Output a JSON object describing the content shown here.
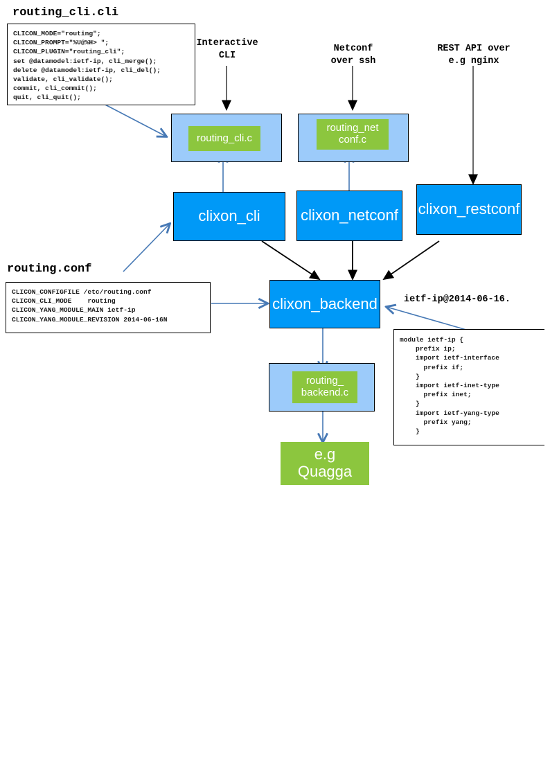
{
  "diagram": {
    "title_cli_file": "routing_cli.cli",
    "title_conf_file": "routing.conf",
    "cli_file_lines": "CLICON_MODE=\"routing\";\nCLICON_PROMPT=\"%U@%H> \";\nCLICON_PLUGIN=\"routing_cli\";\nset @datamodel:ietf-ip, cli_merge();\ndelete @datamodel:ietf-ip, cli_del();\nvalidate, cli_validate();\ncommit, cli_commit();\nquit, cli_quit();",
    "conf_file_lines": "CLICON_CONFIGFILE /etc/routing.conf\nCLICON_CLI_MODE    routing\nCLICON_YANG_MODULE_MAIN ietf-ip\nCLICON_YANG_MODULE_REVISION 2014-06-16N",
    "yang_file_label": "ietf-ip@2014-06-16.",
    "yang_file_lines": "module ietf-ip {\n    prefix ip;\n    import ietf-interface\n      prefix if;\n    }\n    import ietf-inet-type\n      prefix inet;\n    }\n    import ietf-yang-type\n      prefix yang;\n    }",
    "annotations": {
      "interactive_cli": "Interactive\nCLI",
      "netconf_over_ssh": "Netconf\nover ssh",
      "rest_api": "REST API over\ne.g nginx"
    },
    "nodes": {
      "routing_cli_c": "routing_cli.c",
      "routing_netconf_c": "routing_net\nconf.c",
      "routing_backend_c": "routing_\nbackend.c",
      "clixon_cli": "clixon_cli",
      "clixon_netconf": "clixon_netconf",
      "clixon_restconf": "clixon_restconf",
      "clixon_backend": "clixon_backend",
      "quagga": "e.g\nQuagga"
    },
    "colors": {
      "light_blue": "#9CCBFA",
      "solid_blue": "#0099F7",
      "green": "#8CC63E",
      "arrow_gray": "#595959",
      "arrow_blue": "#4779B5",
      "arrow_black": "#000000"
    }
  }
}
